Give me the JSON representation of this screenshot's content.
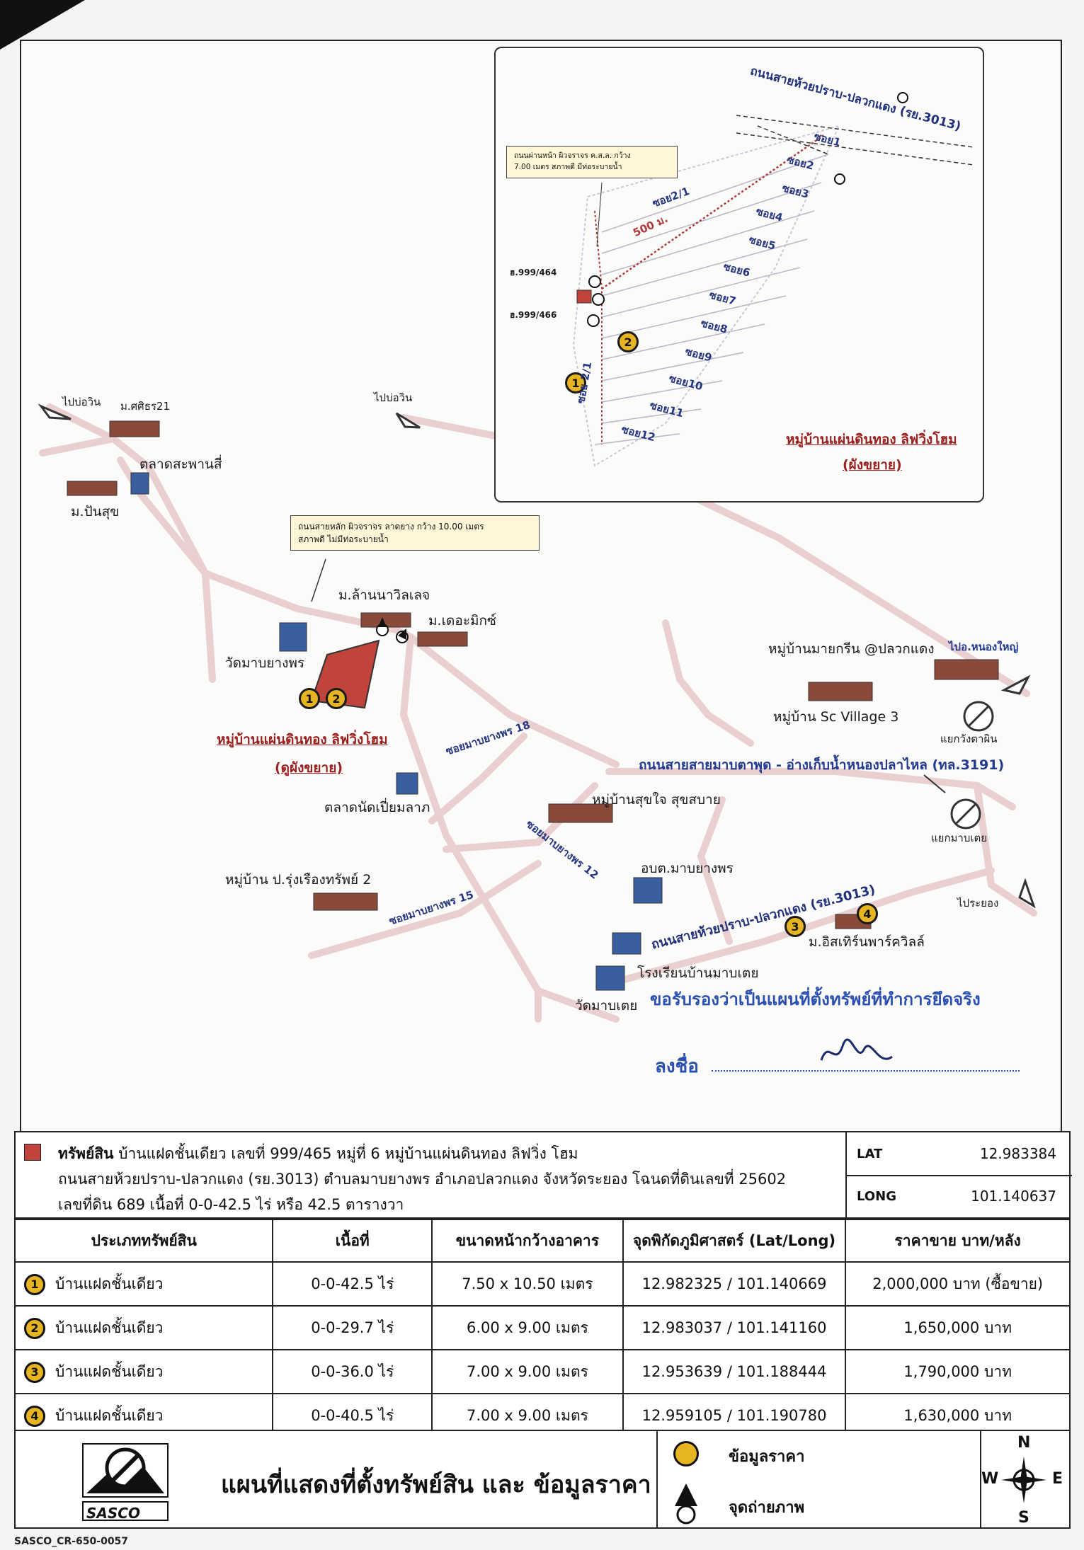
{
  "map": {
    "labels": {
      "to_bo_win_1": "ไปบ่อวิน",
      "to_bo_win_2": "ไปบ่อวิน",
      "village_sirin21": "ม.ศศิธร21",
      "market_saphansi": "ตลาดสะพานสี่",
      "village_pansuk": "ม.ปันสุข",
      "village_lannawilleng": "ม.ล้านนาวิลเลจ",
      "village_thekhamik": "ม.เดอะมิกซ์",
      "temple_mabyangphon": "วัดมาบยางพร",
      "market_natpiamlap": "ตลาดนัดเปี่ยมลาภ",
      "village_rungrueang": "หมู่บ้าน ป.รุ่งเรืองทรัพย์ 2",
      "village_suksabai": "หมู่บ้านสุขใจ สุขสบาย",
      "village_maigreen": "หมู่บ้านมายกรีน @ปลวกแดง",
      "to_nong_yai": "ไปอ.หนองใหญ่",
      "village_scvillage": "หมู่บ้าน Sc Village 3",
      "junction_kwangtaphin": "แยกวังตาผิน",
      "road_3191": "ถนนสายสายมาบตาพุด - อ่างเก็บน้ำหนองปลาไหล (ทล.3191)",
      "junction_mabtoei": "แยกมาบเตย",
      "obt": "อบต.มาบยางพร",
      "to_rayong": "ไประยอง",
      "road_3013": "ถนนสายห้วยปราบ-ปลวกแดง (รย.3013)",
      "village_eastern": "ม.อิสเทิร์นพาร์ควิลล์",
      "school_mabtoei": "โรงเรียนบ้านมาบเตย",
      "temple_mabtoei": "วัดมาบเตย",
      "soi15": "ซอยมาบยางพร 15",
      "soi12": "ซอยมาบยางพร 12",
      "soi18": "ซอยมาบยางพร 18",
      "project_name": "หมู่บ้านแผ่นดินทอง ลิฟวิ่งโฮม",
      "project_sub": "(ดูผังขยาย)"
    },
    "note_main": [
      "ถนนสายหลัก ผิวจราจร ลาดยาง กว้าง 10.00 เมตร",
      "สภาพดี ไม่มีท่อระบายน้ำ"
    ],
    "certify": "ขอรับรองว่าเป็นแผนที่ตั้งทรัพย์ที่ทำการยึดจริง",
    "sign_label": "ลงชื่อ",
    "inset": {
      "road_top": "ถนนสายห้วยปราบ-ปลวกแดง (รย.3013)",
      "note": [
        "ถนนผ่านหน้า ผิวจราจร ค.ส.ล. กว้าง",
        "7.00 เมตร สภาพดี มีท่อระบายน้ำ"
      ],
      "distance": "500 ม.",
      "plot_a": "ฮ.999/464",
      "plot_b": "ฮ.999/466",
      "soi_main": "ซอย 2/1",
      "soi_21": "ซอย2/1",
      "sois": [
        "ซอย1",
        "ซอย2",
        "ซอย3",
        "ซอย4",
        "ซอย5",
        "ซอย6",
        "ซอย7",
        "ซอย8",
        "ซอย9",
        "ซอย10",
        "ซอย11",
        "ซอย12"
      ],
      "title": "หมู่บ้านแผ่นดินทอง ลิฟวิ่งโฮม",
      "subtitle": "(ผังขยาย)"
    }
  },
  "info": {
    "legend_label": "ทรัพย์สิน",
    "line1": "บ้านแฝดชั้นเดียว เลขที่ 999/465 หมู่ที่ 6 หมู่บ้านแผ่นดินทอง ลิฟวิ่ง โฮม",
    "line2": "ถนนสายห้วยปราบ-ปลวกแดง (รย.3013) ตำบลมาบยางพร อำเภอปลวกแดง จังหวัดระยอง โฉนดที่ดินเลขที่ 25602",
    "line3": "เลขที่ดิน 689  เนื้อที่ 0-0-42.5 ไร่ หรือ 42.5 ตารางวา",
    "lat_label": "LAT",
    "lat_value": "12.983384",
    "long_label": "LONG",
    "long_value": "101.140637"
  },
  "table": {
    "headers": [
      "ประเภททรัพย์สิน",
      "เนื้อที่",
      "ขนาดหน้ากว้างอาคาร",
      "จุดพิกัดภูมิศาสตร์ (Lat/Long)",
      "ราคาขาย บาท/หลัง"
    ],
    "rows": [
      {
        "no": "1",
        "type": "บ้านแฝดชั้นเดียว",
        "area": "0-0-42.5 ไร่",
        "size": "7.50 x 10.50 เมตร",
        "coord": "12.982325 / 101.140669",
        "price": "2,000,000 บาท (ซื้อขาย)"
      },
      {
        "no": "2",
        "type": "บ้านแฝดชั้นเดียว",
        "area": "0-0-29.7 ไร่",
        "size": "6.00 x 9.00 เมตร",
        "coord": "12.983037 / 101.141160",
        "price": "1,650,000 บาท"
      },
      {
        "no": "3",
        "type": "บ้านแฝดชั้นเดียว",
        "area": "0-0-36.0 ไร่",
        "size": "7.00 x 9.00 เมตร",
        "coord": "12.953639 / 101.188444",
        "price": "1,790,000 บาท"
      },
      {
        "no": "4",
        "type": "บ้านแฝดชั้นเดียว",
        "area": "0-0-40.5 ไร่",
        "size": "7.00 x 9.00 เมตร",
        "coord": "12.959105 / 101.190780",
        "price": "1,630,000 บาท"
      }
    ]
  },
  "footer": {
    "logo_text": "SASCO",
    "title": "แผนที่แสดงที่ตั้งทรัพย์สิน และ ข้อมูลราคา",
    "legend_price": "ข้อมูลราคา",
    "legend_photo": "จุดถ่ายภาพ",
    "compass": {
      "n": "N",
      "s": "S",
      "e": "E",
      "w": "W"
    }
  },
  "doc_code": "SASCO_CR-650-0057",
  "colors": {
    "property": "#c0443c",
    "marker": "#e6b521",
    "road": "#e6c8c8",
    "blue_text": "#2a4fb0"
  }
}
